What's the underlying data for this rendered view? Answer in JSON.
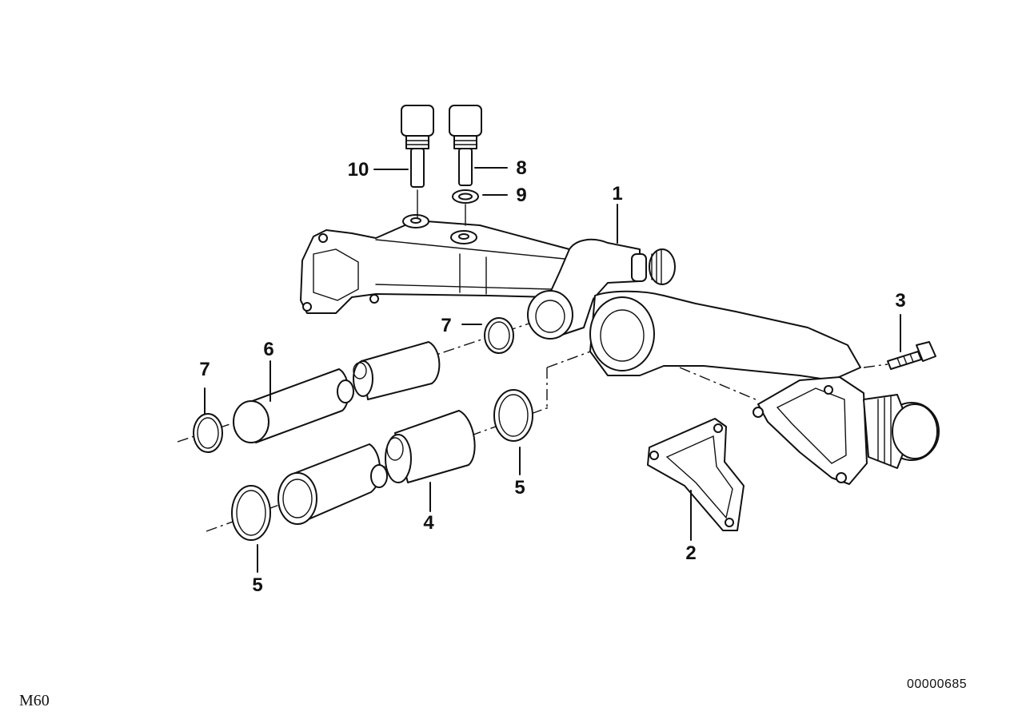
{
  "diagram": {
    "callouts": {
      "c1": "1",
      "c2": "2",
      "c3": "3",
      "c4": "4",
      "c5a": "5",
      "c5b": "5",
      "c6": "6",
      "c7a": "7",
      "c7b": "7",
      "c8": "8",
      "c9": "9",
      "c10": "10"
    },
    "model_label": "M60",
    "reference_number": "00000685"
  }
}
